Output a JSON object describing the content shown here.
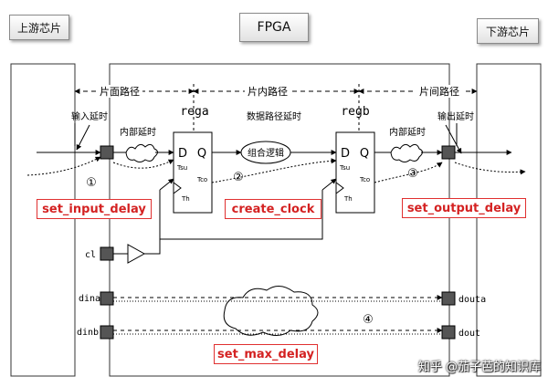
{
  "headers": {
    "upstream": "上游芯片",
    "fpga": "FPGA",
    "downstream": "下游芯片"
  },
  "path_labels": {
    "inter_chip_in": "片面路径",
    "in_chip": "片内路径",
    "inter_chip_out": "片间路径"
  },
  "delay_labels": {
    "input_delay": "输入延时",
    "internal_delay_in": "内部延时",
    "data_path_delay": "数据路径延时",
    "internal_delay_out": "内部延时",
    "output_delay": "输出延时"
  },
  "registers": {
    "rega": "rega",
    "regb": "regb",
    "d": "D",
    "q": "Q"
  },
  "timing_labels": {
    "t_su": "Tsu",
    "t_h": "Th",
    "t_co": "Tco"
  },
  "comb_logic": "组合逻辑",
  "ports": {
    "clock": "cl",
    "dina": "dina",
    "dinb": "dinb",
    "douta": "douta",
    "doutb": "dout"
  },
  "markers": [
    "①",
    "②",
    "③",
    "④"
  ],
  "constraints": {
    "input_delay": "set_input_delay",
    "clock": "create_clock",
    "output_delay": "set_output_delay",
    "max_delay": "set_max_delay"
  },
  "watermark": "知乎 @茄子芭的知识库"
}
